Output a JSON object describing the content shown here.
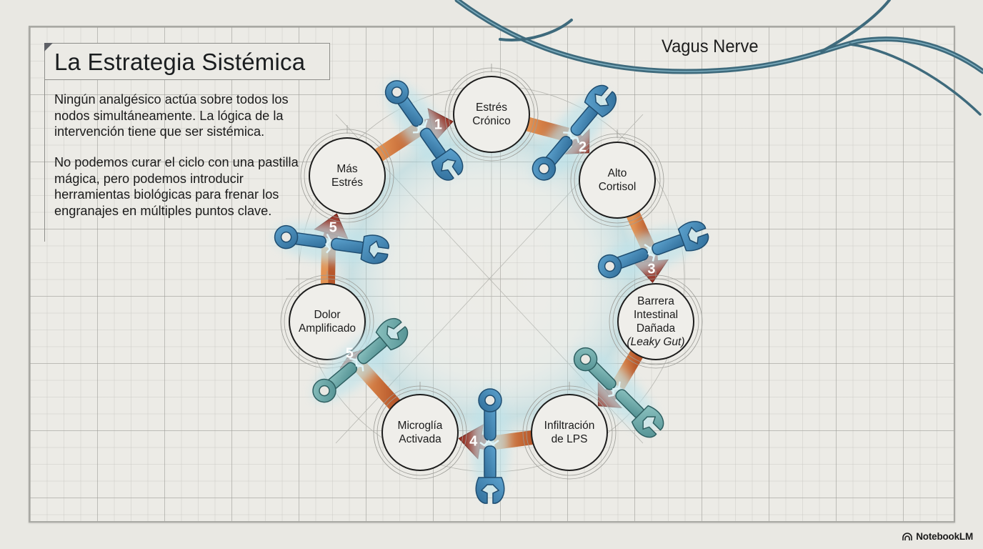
{
  "slide": {
    "title": "La Estrategia Sistémica",
    "paragraphs": [
      "Ningún analgésico actúa sobre todos los nodos simultáneamente. La lógica de la intervención tiene que ser sistémica.",
      "No podemos curar el ciclo con una pastilla mágica, pero podemos introducir herramientas biológicas para frenar los engranajes en múltiples puntos clave."
    ],
    "nerve_label": "Vagus Nerve"
  },
  "cycle": {
    "nodes": [
      {
        "id": "estres-cronico",
        "lines": [
          "Estrés",
          "Crónico"
        ]
      },
      {
        "id": "alto-cortisol",
        "lines": [
          "Alto",
          "Cortisol"
        ]
      },
      {
        "id": "barrera-intestinal",
        "lines": [
          "Barrera",
          "Intestinal",
          "Dañada"
        ],
        "italic_line": "(Leaky Gut)"
      },
      {
        "id": "infiltracion-lps",
        "lines": [
          "Infiltración",
          "de LPS"
        ]
      },
      {
        "id": "microglia-activada",
        "lines": [
          "Microglía",
          "Activada"
        ]
      },
      {
        "id": "dolor-amplificado",
        "lines": [
          "Dolor",
          "Amplificado"
        ]
      },
      {
        "id": "mas-estres",
        "lines": [
          "Más",
          "Estrés"
        ]
      }
    ],
    "break_points": [
      {
        "number": "1",
        "between": [
          "Más Estrés",
          "Estrés Crónico"
        ]
      },
      {
        "number": "2",
        "between": [
          "Estrés Crónico",
          "Alto Cortisol"
        ]
      },
      {
        "number": "3",
        "between": [
          "Alto Cortisol",
          "Barrera Intestinal Dañada"
        ]
      },
      {
        "number": "",
        "between": [
          "Barrera Intestinal Dañada",
          "Infiltración de LPS"
        ]
      },
      {
        "number": "4",
        "between": [
          "Infiltración de LPS",
          "Microglía Activada"
        ]
      },
      {
        "number": "5",
        "between": [
          "Microglía Activada",
          "Dolor Amplificado"
        ]
      },
      {
        "number": "5",
        "between": [
          "Dolor Amplificado",
          "Más Estrés"
        ]
      }
    ]
  },
  "colors": {
    "background": "#e9e8e3",
    "wrench_blue": "#3f7fa8",
    "wrench_teal": "#6aa3a3",
    "arrow_red": "#9a3325",
    "arrow_orange": "#d27a3a",
    "nerve": "#3e6a7c",
    "glow": "#bfe3ea"
  },
  "footer": {
    "brand": "NotebookLM",
    "brand_icon": "notebooklm-logo-icon"
  }
}
